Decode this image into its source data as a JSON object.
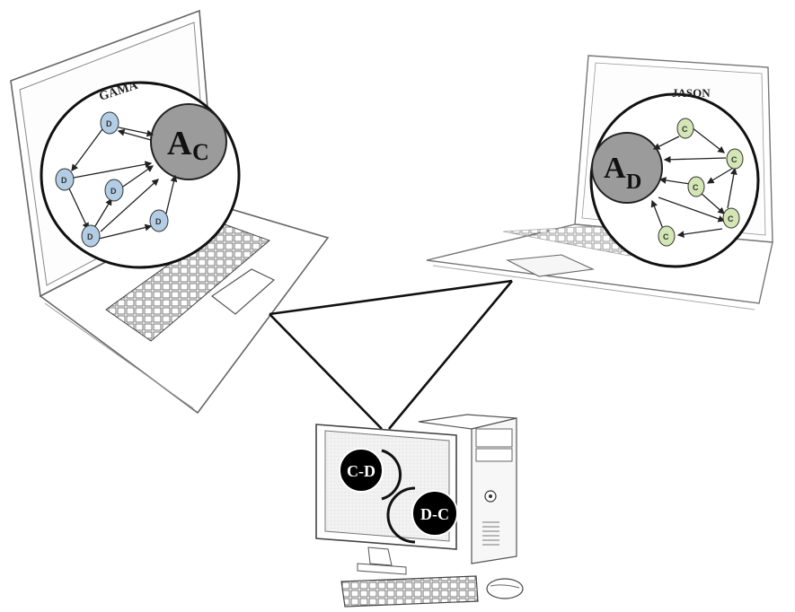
{
  "left_laptop": {
    "platform_label": "GAMA",
    "agent_prefix": "A",
    "agent_subscript": "C",
    "node_label": "D",
    "node_color": "#b3cde4",
    "agent_color": "#9b9b9b"
  },
  "right_laptop": {
    "platform_label": "JASON",
    "agent_prefix": "A",
    "agent_subscript": "D",
    "node_label": "C",
    "node_color": "#d4e6b5",
    "agent_color": "#9b9b9b"
  },
  "desktop": {
    "module_1": "C-D",
    "module_2": "D-C"
  }
}
